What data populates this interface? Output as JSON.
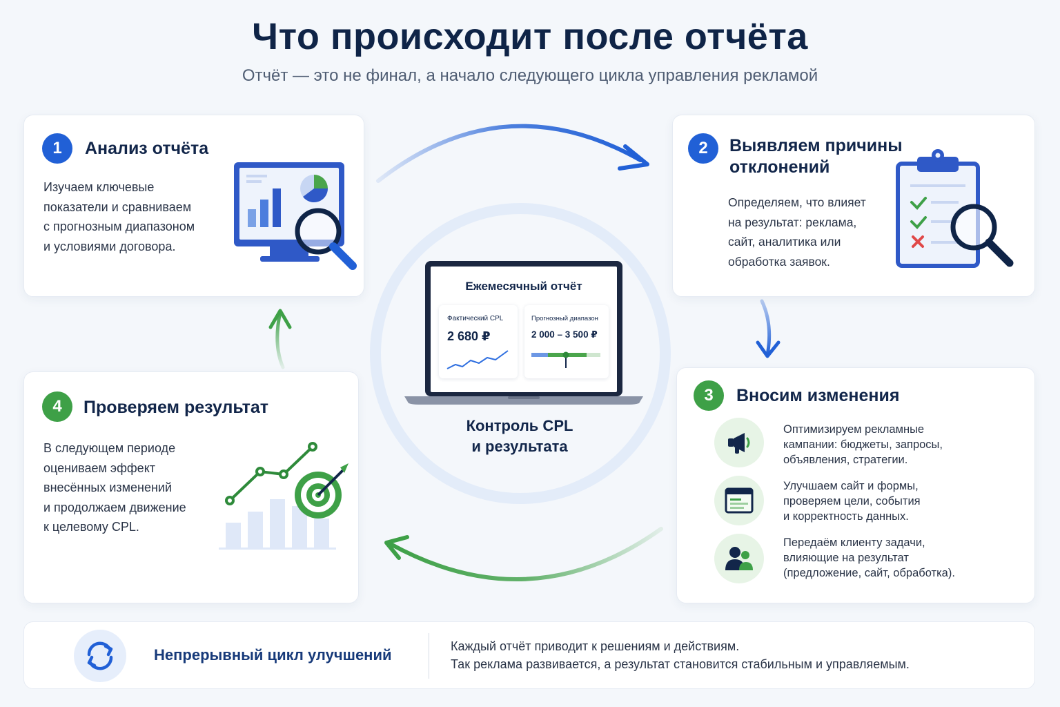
{
  "header": {
    "title": "Что происходит после отчёта",
    "subtitle": "Отчёт — это не финал, а начало следующего цикла управления рекламой"
  },
  "center": {
    "report_title": "Ежемесячный отчёт",
    "actual_cpl_label": "Фактический CPL",
    "actual_cpl_value": "2 680 ₽",
    "forecast_label": "Прогнозный диапазон",
    "forecast_value": "2 000 – 3 500 ₽",
    "caption_line1": "Контроль CPL",
    "caption_line2": "и результата"
  },
  "steps": [
    {
      "number": "1",
      "title": "Анализ отчёта",
      "lines": [
        "Изучаем ключевые",
        "показатели и сравниваем",
        "с прогнозным диапазоном",
        "и условиями договора."
      ],
      "icon": "monitor-analytics-icon"
    },
    {
      "number": "2",
      "title_line1": "Выявляем причины",
      "title_line2": "отклонений",
      "lines": [
        "Определяем, что влияет",
        "на результат: реклама,",
        "сайт, аналитика или",
        "обработка заявок."
      ],
      "icon": "clipboard-check-icon"
    },
    {
      "number": "3",
      "title": "Вносим изменения",
      "items": [
        {
          "icon": "megaphone-icon",
          "lines": [
            "Оптимизируем рекламные",
            "кампании: бюджеты, запросы,",
            "объявления, стратегии."
          ]
        },
        {
          "icon": "browser-form-icon",
          "lines": [
            "Улучшаем сайт и формы,",
            "проверяем цели, события",
            "и корректность данных."
          ]
        },
        {
          "icon": "team-icon",
          "lines": [
            "Передаём клиенту задачи,",
            "влияющие на результат",
            "(предложение, сайт, обработка)."
          ]
        }
      ]
    },
    {
      "number": "4",
      "title": "Проверяем результат",
      "lines": [
        "В следующем периоде",
        "оцениваем эффект",
        "внесённых изменений",
        "и продолжаем движение",
        "к целевому CPL."
      ],
      "icon": "growth-target-icon"
    }
  ],
  "footer": {
    "title": "Непрерывный цикл улучшений",
    "line1": "Каждый отчёт приводит к решениям и действиям.",
    "line2": "Так реклама развивается, а результат становится стабильным и управляемым.",
    "icon": "refresh-cycle-icon"
  },
  "colors": {
    "blue": "#2160d6",
    "green": "#3ea047",
    "navy": "#12264a",
    "red": "#e04848"
  }
}
